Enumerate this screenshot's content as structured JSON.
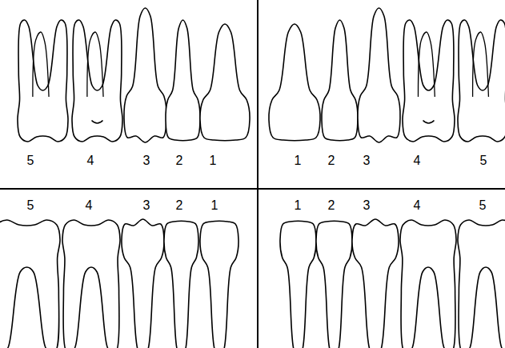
{
  "diagram": {
    "labels": [
      "5",
      "4",
      "3",
      "2",
      "1",
      "1",
      "2",
      "3",
      "4",
      "5",
      "5",
      "4",
      "3",
      "2",
      "1",
      "1",
      "2",
      "3",
      "4",
      "5"
    ]
  }
}
